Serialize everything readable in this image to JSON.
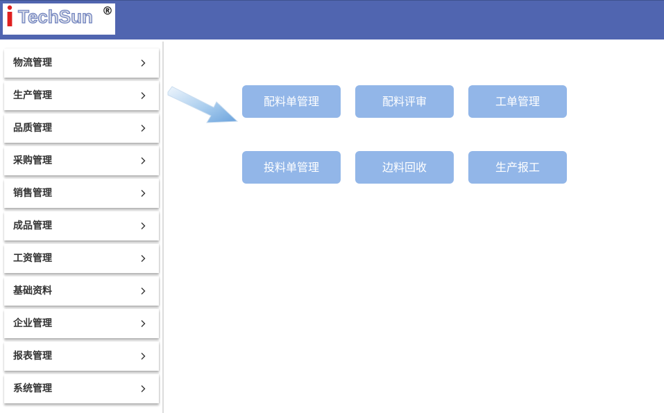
{
  "header": {
    "logo_i": "i",
    "logo_text": "TechSun",
    "logo_reg": "®",
    "colors": {
      "bar": "#5065b0",
      "logo_i": "#e02020"
    }
  },
  "sidebar": {
    "items": [
      {
        "label": "物流管理",
        "icon": "chevron-right-icon"
      },
      {
        "label": "生产管理",
        "icon": "chevron-right-icon"
      },
      {
        "label": "品质管理",
        "icon": "chevron-right-icon"
      },
      {
        "label": "采购管理",
        "icon": "chevron-right-icon"
      },
      {
        "label": "销售管理",
        "icon": "chevron-right-icon"
      },
      {
        "label": "成品管理",
        "icon": "chevron-right-icon"
      },
      {
        "label": "工资管理",
        "icon": "chevron-right-icon"
      },
      {
        "label": "基础资料",
        "icon": "chevron-right-icon"
      },
      {
        "label": "企业管理",
        "icon": "chevron-right-icon"
      },
      {
        "label": "报表管理",
        "icon": "chevron-right-icon"
      },
      {
        "label": "系统管理",
        "icon": "chevron-right-icon"
      }
    ]
  },
  "main": {
    "pointer_icon": "arrow-right-icon",
    "tile_color": "#92b6e8",
    "tiles": [
      {
        "label": "配料单管理"
      },
      {
        "label": "配料评审"
      },
      {
        "label": "工单管理"
      },
      {
        "label": "投料单管理"
      },
      {
        "label": "边料回收"
      },
      {
        "label": "生产报工"
      }
    ]
  }
}
